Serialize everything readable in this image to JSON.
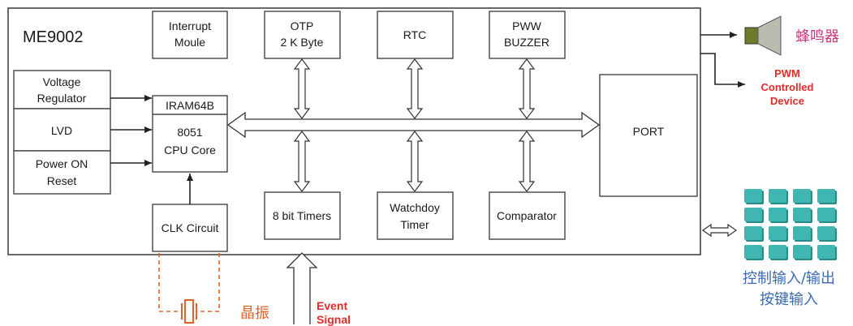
{
  "chip": {
    "name": "ME9002"
  },
  "blocks": {
    "interrupt": [
      "Interrupt",
      "Moule"
    ],
    "otp": [
      "OTP",
      "2 K Byte"
    ],
    "rtc": "RTC",
    "pww": [
      "PWW",
      "BUZZER"
    ],
    "voltage": [
      "Voltage",
      "Regulator"
    ],
    "lvd": "LVD",
    "power": [
      "Power ON",
      "Reset"
    ],
    "iram": "IRAM64B",
    "cpu": [
      "8051",
      "CPU Core"
    ],
    "port": "PORT",
    "clk": "CLK Circuit",
    "timers": "8 bit Timers",
    "watchdog": [
      "Watchdoy",
      "Timer"
    ],
    "comparator": "Comparator"
  },
  "external": {
    "buzzer": "蜂鸣器",
    "pwm": [
      "PWM",
      "Controlled",
      "Device"
    ],
    "crystal": "晶振",
    "event": [
      "Event",
      "Signal"
    ],
    "io": [
      "控制输入/输出",
      "按键输入"
    ]
  },
  "colors": {
    "accent_red": "#e02b2b",
    "crystal_orange": "#e0642a",
    "key_teal": "#3fb6b2",
    "cjk_blue": "#3a6ab0"
  }
}
